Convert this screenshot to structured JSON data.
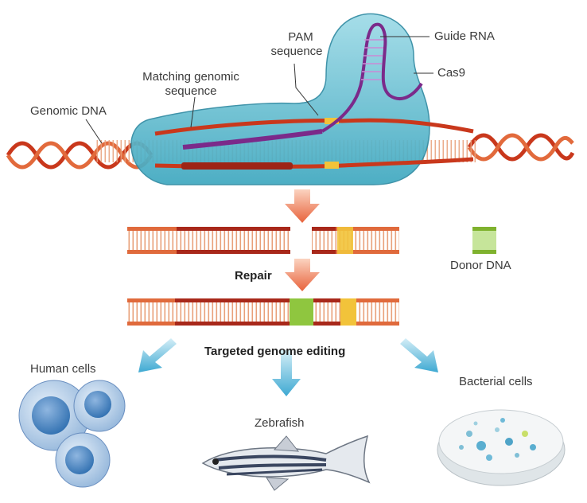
{
  "labels": {
    "pam": "PAM\nsequence",
    "pam_line1": "PAM",
    "pam_line2": "sequence",
    "guide_rna": "Guide RNA",
    "cas9": "Cas9",
    "matching_line1": "Matching genomic",
    "matching_line2": "sequence",
    "genomic_dna": "Genomic DNA",
    "donor_dna": "Donor DNA",
    "repair": "Repair",
    "targeted": "Targeted genome editing",
    "human_cells": "Human cells",
    "zebrafish": "Zebrafish",
    "bacterial_cells": "Bacterial cells"
  },
  "colors": {
    "dna_strand": "#d0401f",
    "dna_dark": "#a8281a",
    "dna_rung": "#e8a07a",
    "cas9": "#6cc6d8",
    "guide_rna": "#7b2a8a",
    "pam": "#f2c33a",
    "donor": "#8fc63f",
    "arrow_orange": "#e8734e",
    "arrow_blue": "#5cb8d8",
    "cells": "#7fa9d6",
    "petri": "#e9eef0"
  }
}
